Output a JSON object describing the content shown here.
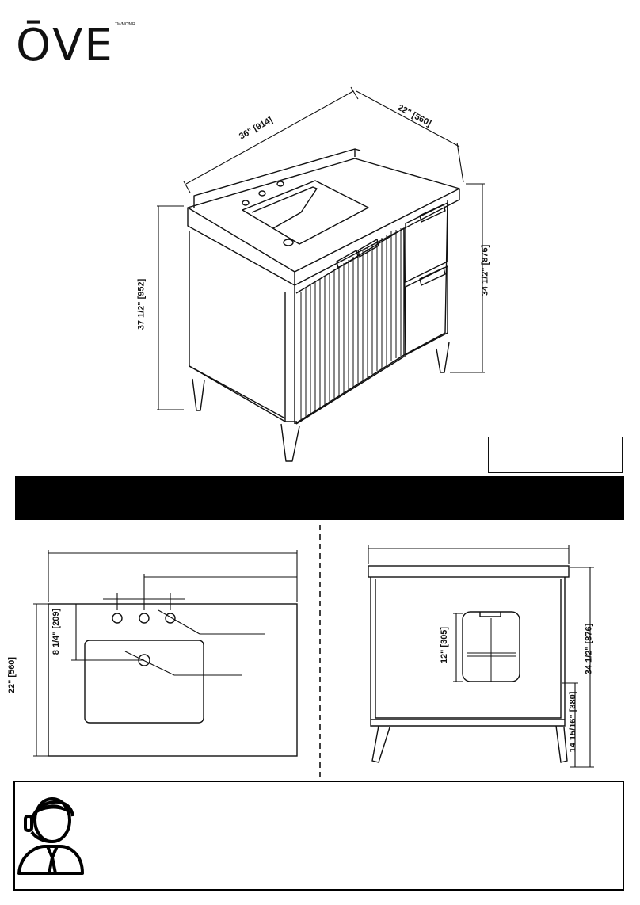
{
  "brand": {
    "name": "ŌVE",
    "trademark": "TM/MC/MR"
  },
  "product_view": {
    "width_label": "36\" [914]",
    "depth_label": "22\" [560]",
    "total_height_label": "37 1/2\" [952]",
    "counter_height_label": "34 1/2\" [876]"
  },
  "top_view": {
    "depth_label": "22\" [560]",
    "hole_offset_label": "8 1/4\" [209]"
  },
  "side_view": {
    "counter_height_label": "34 1/2\" [876]",
    "drawer_height_label": "12\" [305]",
    "leg_height_label": "14 15/16\" [380]"
  },
  "contact": {
    "icon": "support-agent-icon"
  }
}
